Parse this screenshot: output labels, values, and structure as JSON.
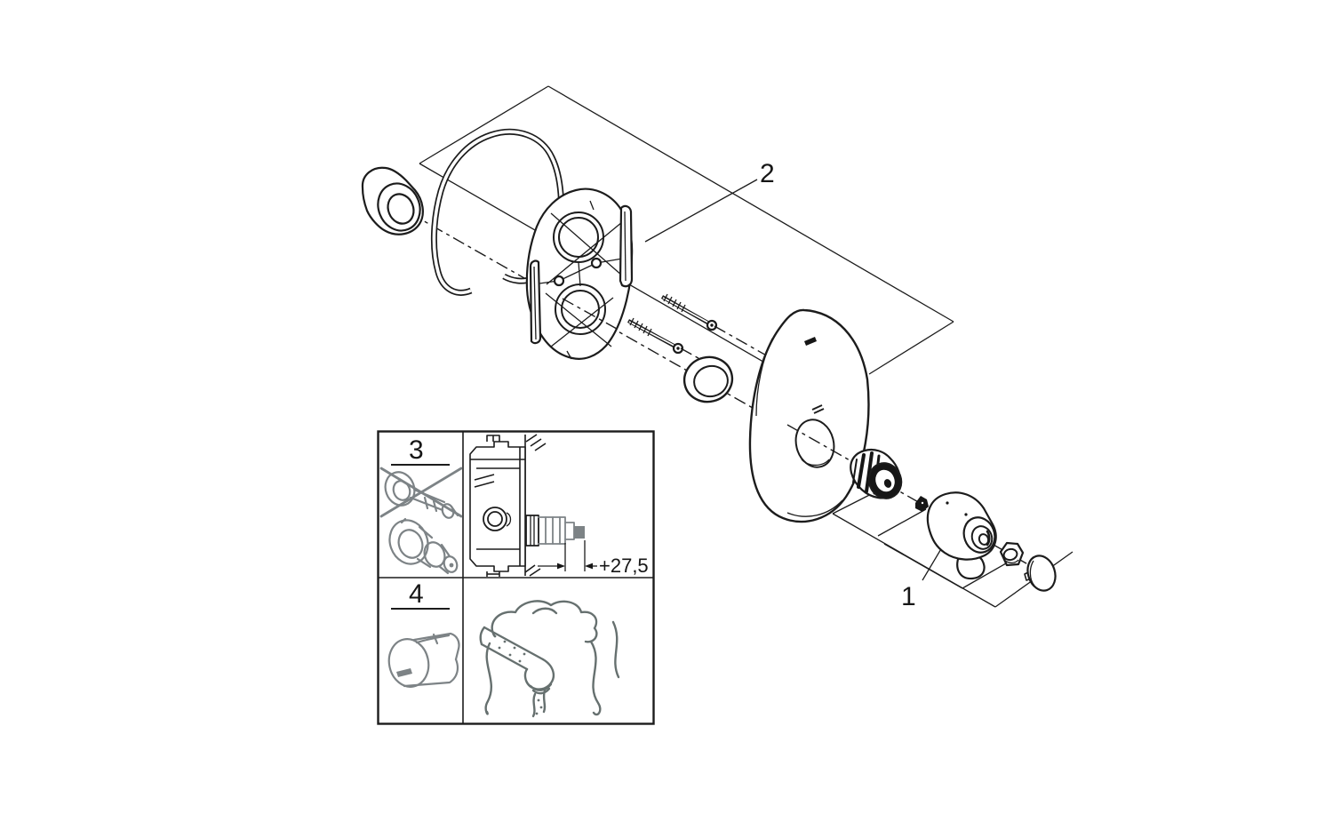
{
  "illustration": {
    "type": "exploded-parts-diagram",
    "background": "#ffffff",
    "line_color": "#1c1c1c",
    "inset_part_grey": "#7d8386",
    "steam_grey": "#66706f"
  },
  "callouts": {
    "group_1": "1",
    "group_2": "2",
    "inset_3": "3",
    "inset_4": "4"
  },
  "dimension": {
    "label": "+27,5"
  },
  "parts": [
    "cover-sleeve",
    "retaining-wire-clip",
    "mounting-plate",
    "fixing-screw",
    "fixing-screw",
    "o-ring",
    "escutcheon-plate",
    "stop-ring-adapter",
    "grub-screw",
    "control-handle",
    "hex-nut",
    "handle-cap"
  ],
  "inset": {
    "cell_3": [
      "crossed-out-extension-set",
      "extension-adapter"
    ],
    "cell_3_section": [
      "wall-cross-section",
      "rough-in-body",
      "cartridge-extension"
    ],
    "cell_4": [
      "cover-cap"
    ],
    "cell_4_pictogram": [
      "hot-water-steam-spout"
    ]
  }
}
